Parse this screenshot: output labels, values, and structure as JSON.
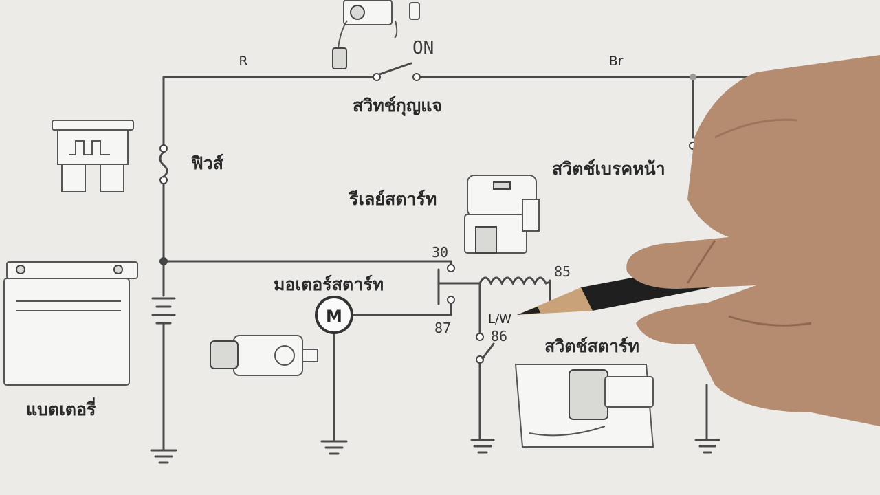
{
  "wire_labels": {
    "red": "R",
    "brown": "Br",
    "light_blue_white": "L/W"
  },
  "labels": {
    "ignition_switch": "สวิทช์กุญแจ",
    "fuse": "ฟิวส์",
    "front_brake_switch": "สวิตช์เบรคหน้า",
    "starter_relay": "รีเลย์สตาร์ท",
    "starter_motor": "มอเตอร์สตาร์ท",
    "starter_switch": "สวิตช์สตาร์ท",
    "battery": "แบตเตอรี่"
  },
  "handwritten": {
    "on": "ON",
    "t30": "30",
    "t85": "85",
    "t87": "87",
    "t86": "86"
  },
  "motor_symbol": "M"
}
